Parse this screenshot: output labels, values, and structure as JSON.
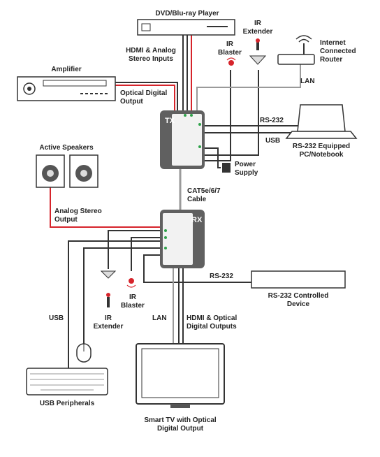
{
  "devices": {
    "dvd": "DVD/Blu-ray Player",
    "amplifier": "Amplifier",
    "active_speakers": "Active Speakers",
    "internet_router": [
      "Internet",
      "Connected",
      "Router"
    ],
    "pc": [
      "RS-232 Equipped",
      "PC/Notebook"
    ],
    "rs232_device": [
      "RS-232 Controlled",
      "Device"
    ],
    "usb_peripherals": "USB Peripherals",
    "smart_tv": [
      "Smart TV with Optical",
      "Digital Output"
    ],
    "power_supply": [
      "Power",
      "Supply"
    ],
    "tx_unit": "TX",
    "rx_unit": "RX",
    "ir_extender_top": [
      "IR",
      "Extender"
    ],
    "ir_blaster_top": [
      "IR",
      "Blaster"
    ],
    "ir_blaster_bottom": [
      "IR",
      "Blaster"
    ],
    "ir_extender_bottom": [
      "IR",
      "Extender"
    ]
  },
  "connections": {
    "hdmi_analog_inputs": [
      "HDMI & Analog",
      "Stereo Inputs"
    ],
    "optical_digital_output": [
      "Optical Digital",
      "Output"
    ],
    "lan_top": "LAN",
    "rs232_top": "RS-232",
    "usb_top": "USB",
    "cat_cable": [
      "CAT5e/6/7",
      "Cable"
    ],
    "analog_stereo_output": [
      "Analog Stereo",
      "Output"
    ],
    "rs232_bottom": "RS-232",
    "usb_bottom": "USB",
    "lan_bottom": "LAN",
    "hdmi_optical_outputs": [
      "HDMI & Optical",
      "Digital Outputs"
    ]
  },
  "colors": {
    "cable": "#333333",
    "analog_cable": "#d6242b",
    "optical_cable": "#d6242b",
    "ethernet_cable": "#9a9a9a",
    "unit_body": "#606060",
    "unit_panel": "#f2f2f2",
    "port_green": "#2fa34a"
  }
}
